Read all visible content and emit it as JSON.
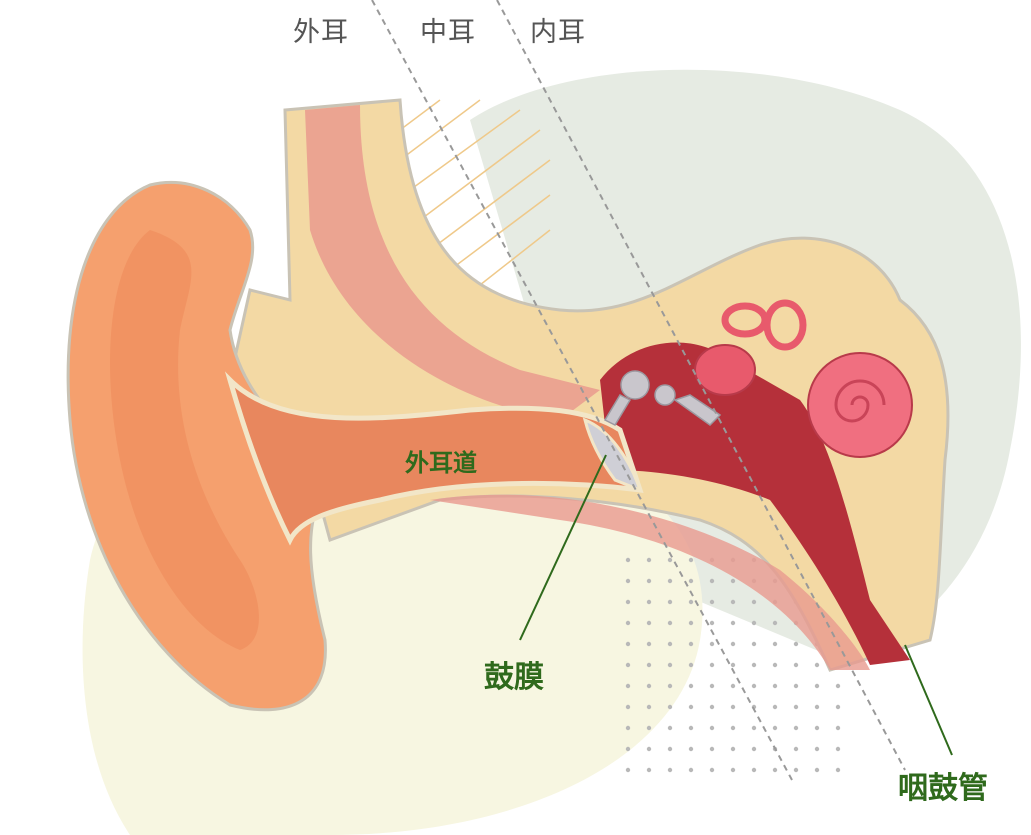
{
  "regions": {
    "outer_ear": "外耳",
    "middle_ear": "中耳",
    "inner_ear": "内耳"
  },
  "parts": {
    "ear_canal": "外耳道",
    "eardrum": "鼓膜",
    "eustachian_tube": "咽鼓管"
  },
  "colors": {
    "label_green": "#2f6a1c",
    "region_gray": "#555555",
    "skin": "#f5a06e",
    "bone": "#f3d9a4",
    "tissue": "#b5303a"
  }
}
